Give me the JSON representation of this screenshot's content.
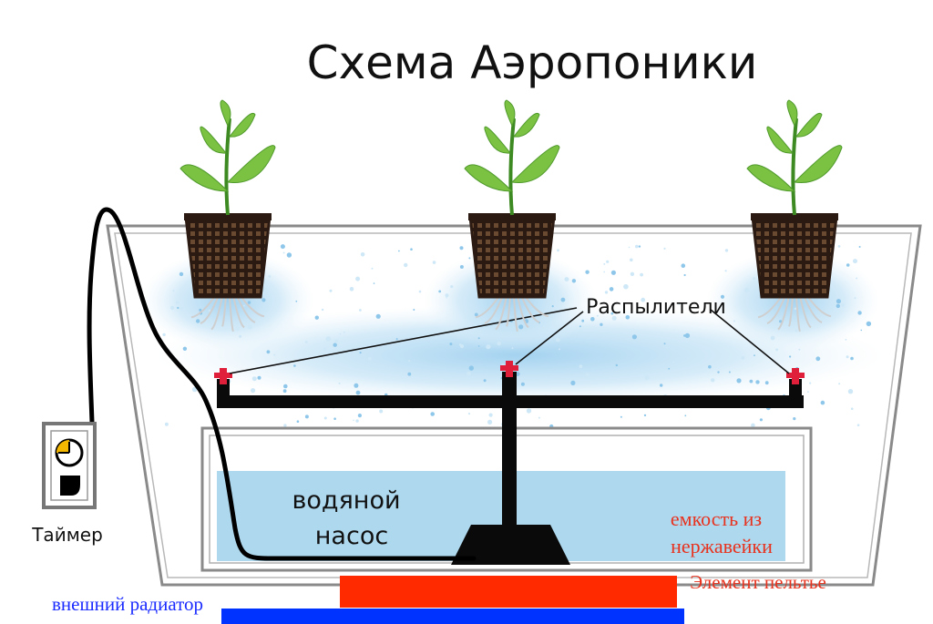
{
  "title": "Схема Аэропоники",
  "labels": {
    "sprayers": "Распылители",
    "pump_line1": "водяной",
    "pump_line2": "насос",
    "timer": "Таймер",
    "tank_line1": "емкость из",
    "tank_line2": "нержавейки",
    "peltier": "Элемент пельтье",
    "radiator": "внешний радиатор"
  },
  "colors": {
    "water": "#add8ee",
    "mist": "#bfe0f4",
    "pipe": "#0a0a0a",
    "sprayer": "#e0203a",
    "peltier": "#ff2a00",
    "radiator": "#0033ff",
    "leaf": "#7cc242",
    "leaf_dark": "#4f9a2c",
    "stem": "#3d8a22",
    "pot": "#2b1a12",
    "red_text": "#e8321e",
    "blue_text": "#1a2bff"
  },
  "icons": {
    "timer": "clock-icon",
    "plug": "plug-icon"
  }
}
